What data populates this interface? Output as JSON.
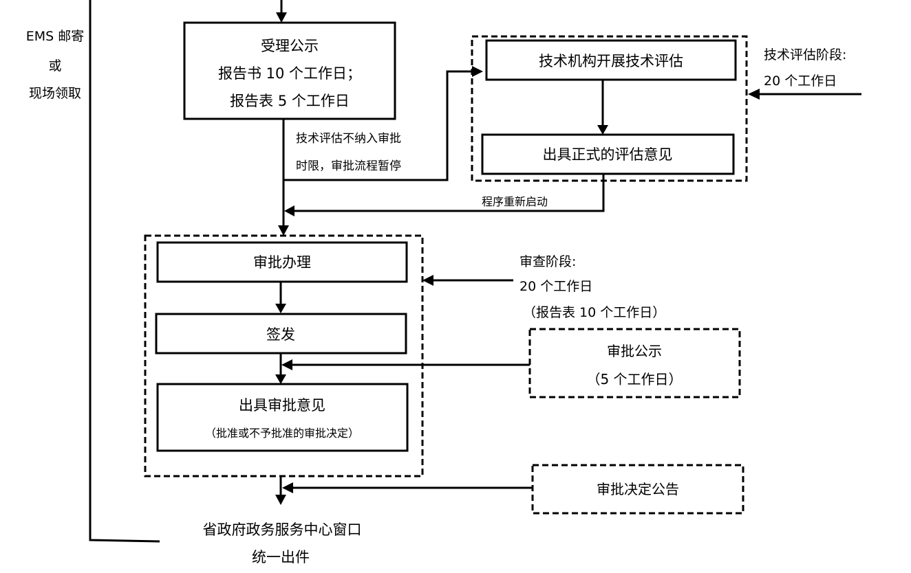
{
  "diagram": {
    "left_label": {
      "line1": "EMS 邮寄",
      "line2": "或",
      "line3": "现场领取"
    },
    "acceptance_box": {
      "line1": "受理公示",
      "line2": "报告书 10 个工作日；",
      "line3": "报告表 5 个工作日"
    },
    "pause_note": {
      "line1": "技术评估不纳入审批",
      "line2": "时限，审批流程暂停"
    },
    "tech_eval_box": "技术机构开展技术评估",
    "eval_opinion_box": "出具正式的评估意见",
    "tech_stage_label": {
      "line1": "技术评估阶段:",
      "line2": "20 个工作日"
    },
    "restart_label": "程序重新启动",
    "approval_handling_box": "审批办理",
    "sign_issue_box": "签发",
    "approval_opinion_box": {
      "line1": "出具审批意见",
      "line2": "（批准或不予批准的审批决定）"
    },
    "review_stage_label": {
      "line1": "审查阶段:",
      "line2": "20 个工作日",
      "line3": "（报告表 10 个工作日）"
    },
    "approval_publicity_box": {
      "line1": "审批公示",
      "line2": "（5 个工作日）"
    },
    "decision_announcement_box": "审批决定公告",
    "final_output": {
      "line1": "省政府政务服务中心窗口",
      "line2": "统一出件"
    }
  }
}
